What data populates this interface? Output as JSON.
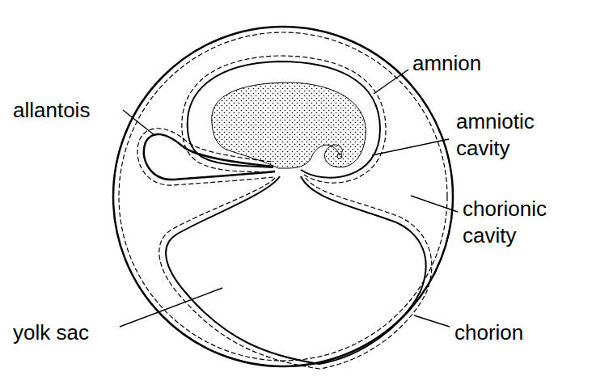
{
  "diagram": {
    "labels": [
      "amnion",
      "allantois",
      "amniotic cavity",
      "chorionic cavity",
      "yolk sac",
      "chorion"
    ]
  }
}
